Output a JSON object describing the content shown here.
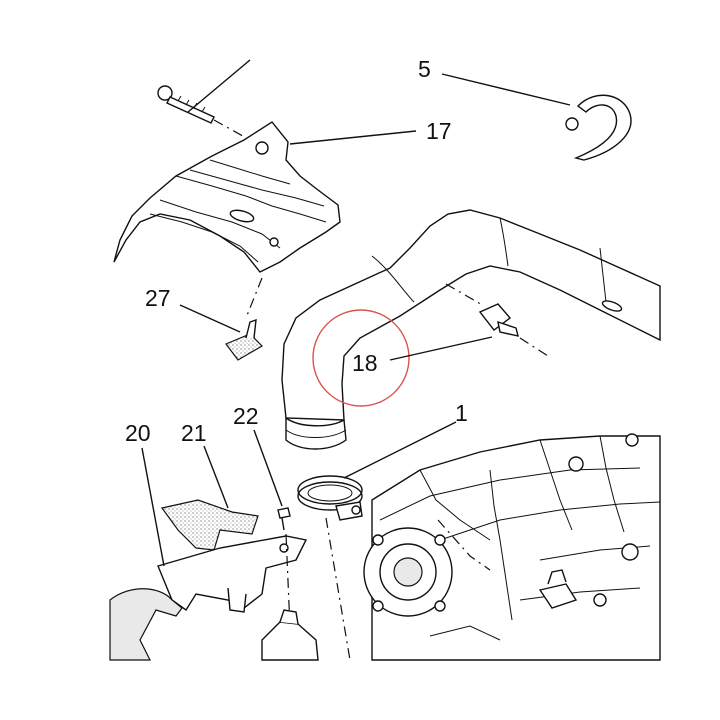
{
  "callouts": {
    "c1": "1",
    "c5": "5",
    "c17": "17",
    "c18": "18",
    "c20": "20",
    "c21": "21",
    "c22": "22",
    "c27": "27"
  },
  "colors": {
    "ink": "#111111",
    "highlight_circle": "#d9534f",
    "background": "#ffffff"
  }
}
